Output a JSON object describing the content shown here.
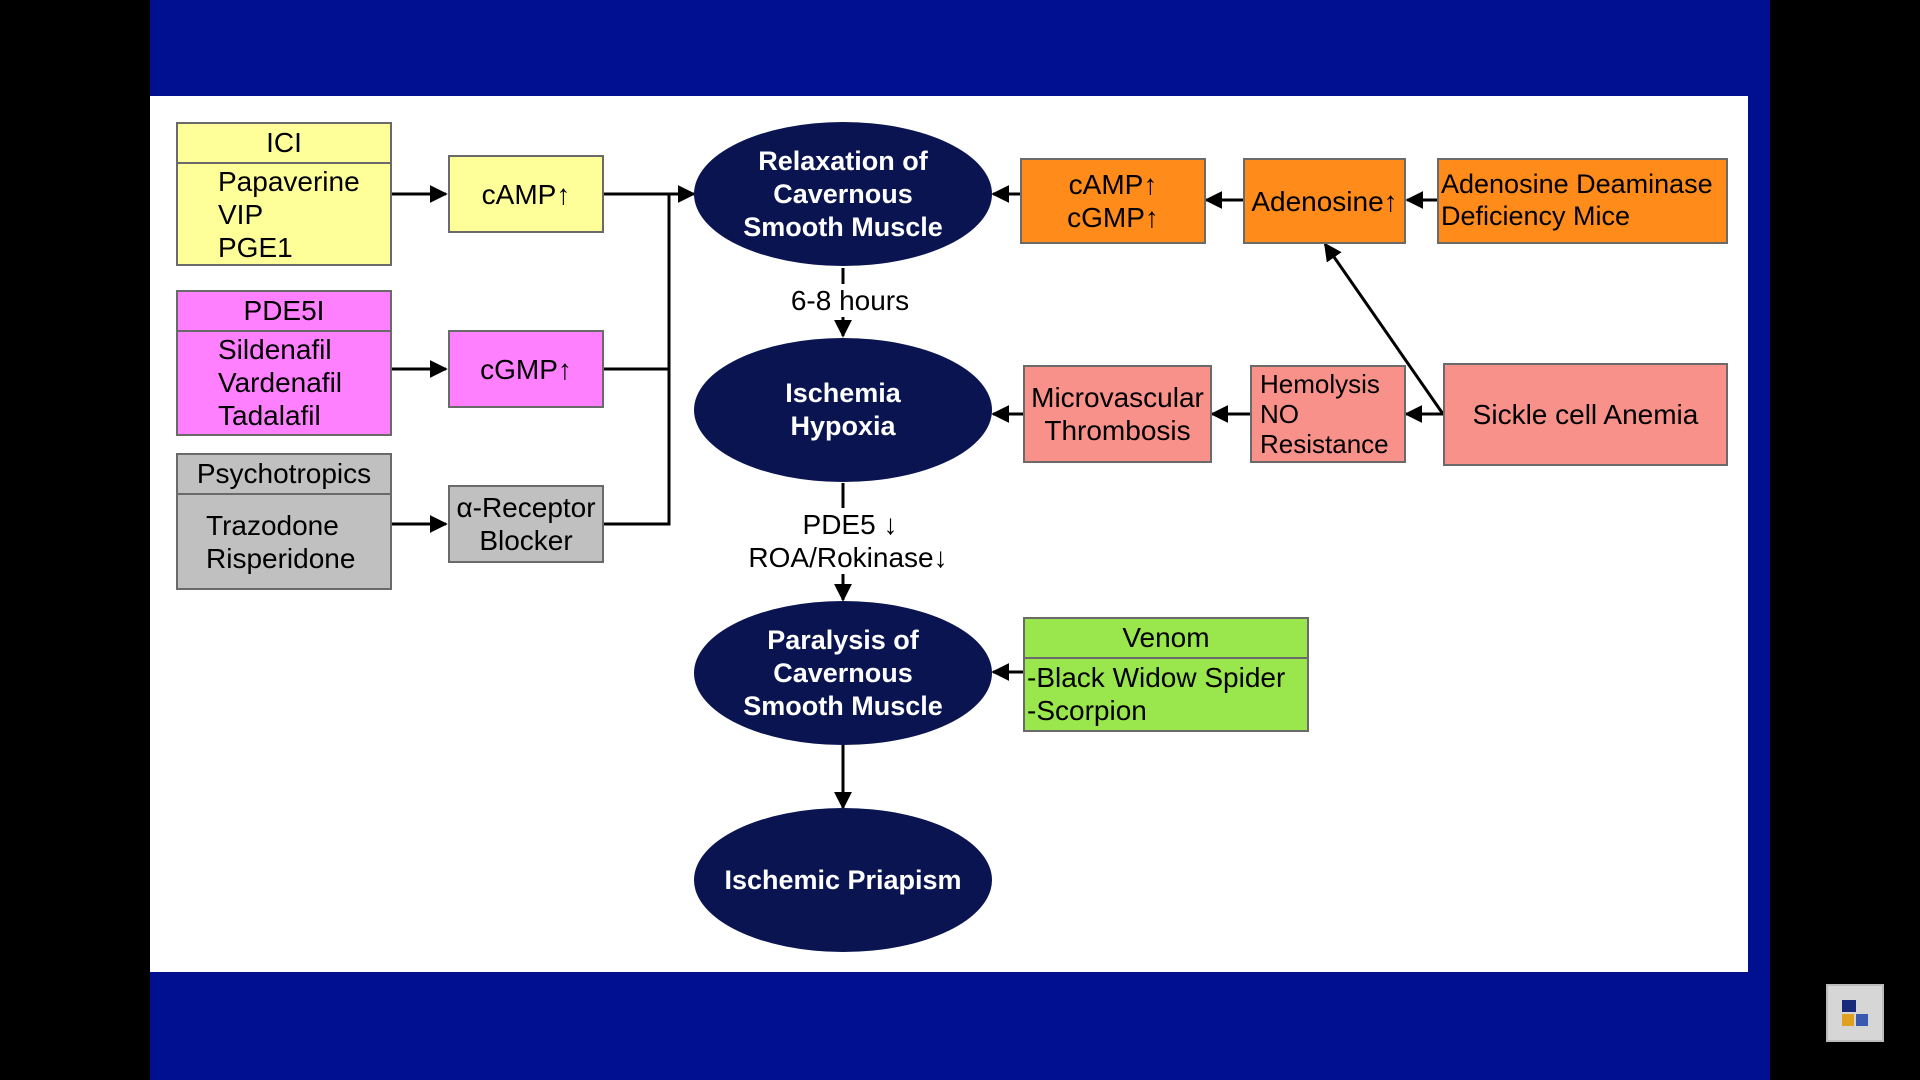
{
  "colors": {
    "slide_border": "#001090",
    "oval_fill": "#0a1450",
    "yellow": "#ffff99",
    "magenta": "#ff80ff",
    "gray": "#c0c0c0",
    "orange": "#ff8c1a",
    "salmon": "#f7918a",
    "green": "#99e64d"
  },
  "left": {
    "ici": {
      "head": "ICI",
      "items": [
        "Papaverine",
        "VIP",
        "PGE1"
      ]
    },
    "pde5i": {
      "head": "PDE5I",
      "items": [
        "Sildenafil",
        "Vardenafil",
        "Tadalafil"
      ]
    },
    "psychotropics": {
      "head": "Psychotropics",
      "items": [
        "Trazodone",
        "Risperidone"
      ]
    }
  },
  "mid_left": {
    "camp": "cAMP↑",
    "cgmp": "cGMP↑",
    "alpha": [
      "α-Receptor",
      "Blocker"
    ]
  },
  "center": {
    "relaxation": [
      "Relaxation of",
      "Cavernous",
      "Smooth Muscle"
    ],
    "ischemia": [
      "Ischemia",
      "Hypoxia"
    ],
    "paralysis": [
      "Paralysis of",
      "Cavernous",
      "Smooth Muscle"
    ],
    "priapism": [
      "Ischemic Priapism"
    ]
  },
  "labels": {
    "hours": "6-8 hours",
    "pde5": "PDE5 ↓",
    "roa": "ROA/Rokinase↓"
  },
  "right": {
    "camp_cgmp": [
      "cAMP↑",
      "cGMP↑"
    ],
    "adenosine": "Adenosine↑",
    "ada": [
      "Adenosine Deaminase",
      "Deficiency Mice"
    ],
    "microvascular": [
      "Microvascular",
      "Thrombosis"
    ],
    "hemolysis": [
      "Hemolysis",
      "NO",
      "Resistance"
    ],
    "sickle": "Sickle cell Anemia",
    "venom": {
      "head": "Venom",
      "items": [
        "-Black Widow Spider",
        "-Scorpion"
      ]
    }
  },
  "icons": {
    "logo": "university-logo-icon"
  }
}
